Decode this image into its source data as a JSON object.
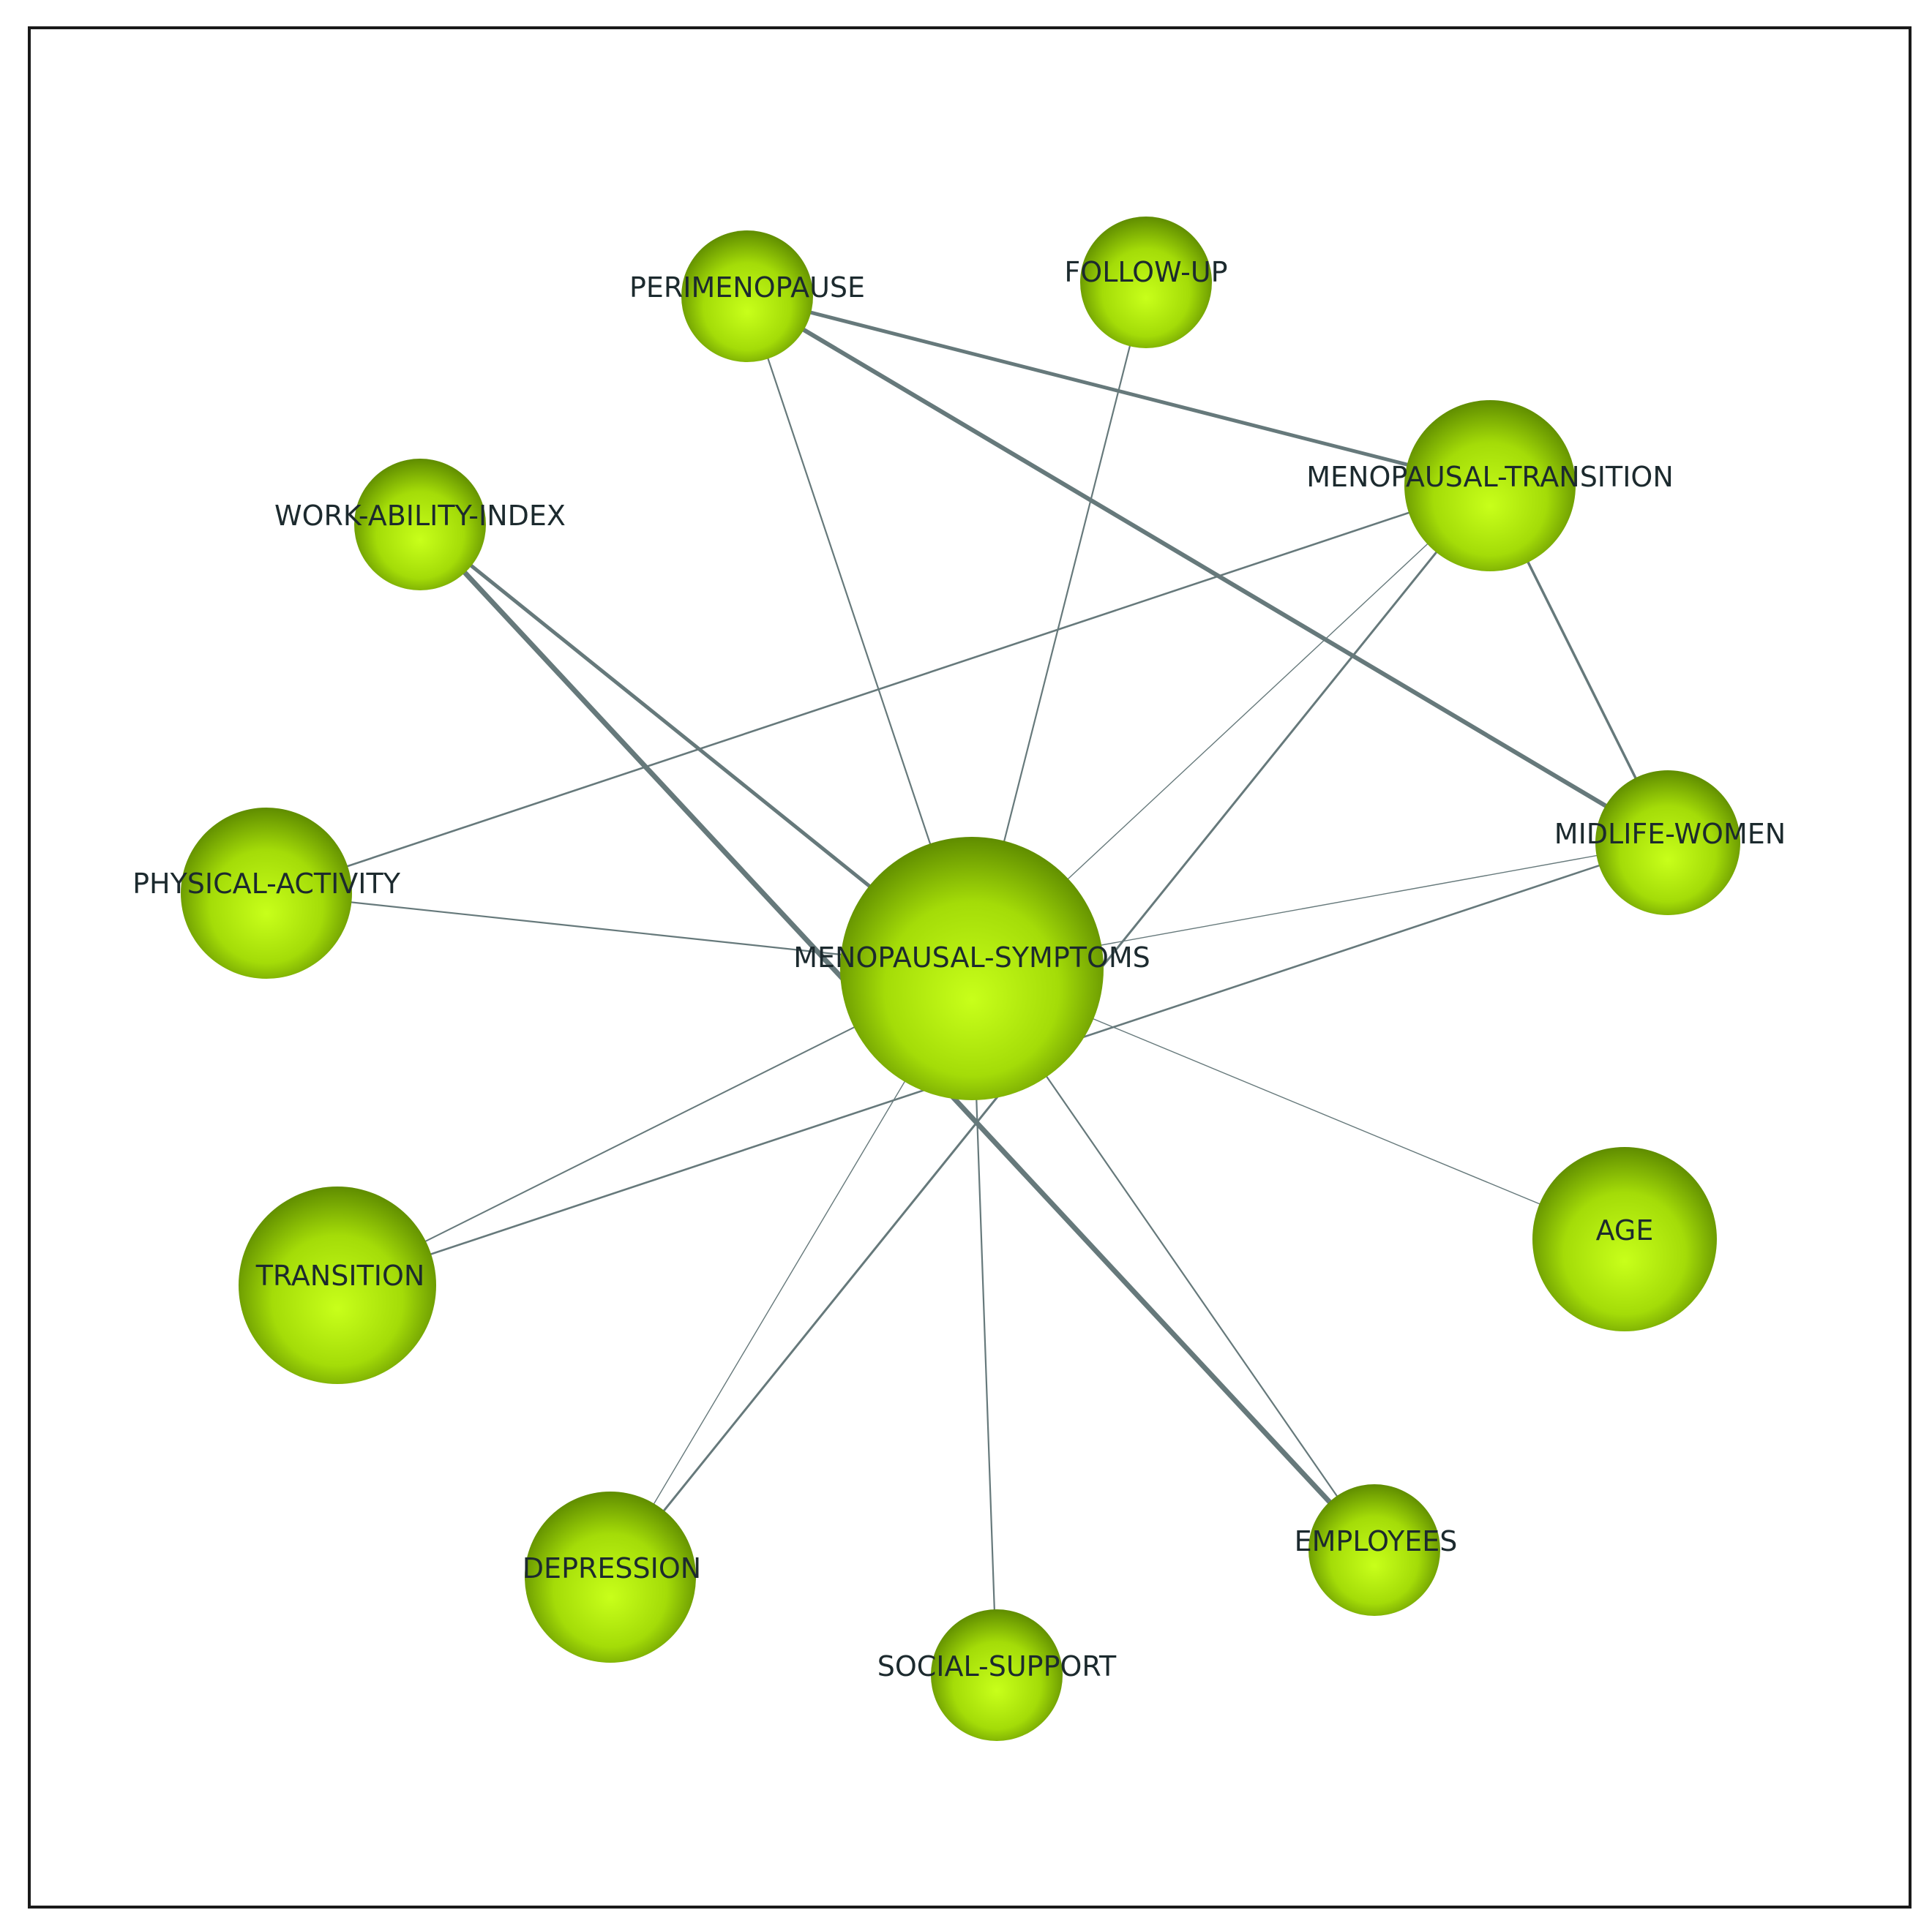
{
  "diagram": {
    "nodes": [
      {
        "id": "menopausal-symptoms",
        "label": "MENOPAUSAL-SYMPTOMS"
      },
      {
        "id": "perimenopause",
        "label": "PERIMENOPAUSE"
      },
      {
        "id": "follow-up",
        "label": "FOLLOW-UP"
      },
      {
        "id": "menopausal-transition",
        "label": "MENOPAUSAL-TRANSITION"
      },
      {
        "id": "work-ability-index",
        "label": "WORK-ABILITY-INDEX"
      },
      {
        "id": "physical-activity",
        "label": "PHYSICAL-ACTIVITY"
      },
      {
        "id": "midlife-women",
        "label": "MIDLIFE-WOMEN"
      },
      {
        "id": "transition",
        "label": "TRANSITION"
      },
      {
        "id": "age",
        "label": "AGE"
      },
      {
        "id": "depression",
        "label": "DEPRESSION"
      },
      {
        "id": "employees",
        "label": "EMPLOYEES"
      },
      {
        "id": "social-support",
        "label": "SOCIAL-SUPPORT"
      }
    ],
    "edges": [
      {
        "source": "menopausal-symptoms",
        "target": "perimenopause"
      },
      {
        "source": "menopausal-symptoms",
        "target": "follow-up"
      },
      {
        "source": "menopausal-symptoms",
        "target": "menopausal-transition"
      },
      {
        "source": "menopausal-symptoms",
        "target": "work-ability-index"
      },
      {
        "source": "menopausal-symptoms",
        "target": "physical-activity"
      },
      {
        "source": "menopausal-symptoms",
        "target": "midlife-women"
      },
      {
        "source": "menopausal-symptoms",
        "target": "transition"
      },
      {
        "source": "menopausal-symptoms",
        "target": "age"
      },
      {
        "source": "menopausal-symptoms",
        "target": "depression"
      },
      {
        "source": "menopausal-symptoms",
        "target": "employees"
      },
      {
        "source": "menopausal-symptoms",
        "target": "social-support"
      },
      {
        "source": "perimenopause",
        "target": "menopausal-transition"
      },
      {
        "source": "perimenopause",
        "target": "midlife-women"
      },
      {
        "source": "work-ability-index",
        "target": "employees"
      },
      {
        "source": "physical-activity",
        "target": "menopausal-transition"
      },
      {
        "source": "menopausal-transition",
        "target": "midlife-women"
      },
      {
        "source": "menopausal-transition",
        "target": "depression"
      },
      {
        "source": "midlife-women",
        "target": "transition"
      }
    ],
    "colors": {
      "node_fill_light": "#c8ff1a",
      "node_fill_mid": "#9ed20a",
      "node_fill_dark": "#5f8c00",
      "edge": "#66797b",
      "label": "#1c2a2e",
      "frame": "#1a1a1a"
    }
  }
}
